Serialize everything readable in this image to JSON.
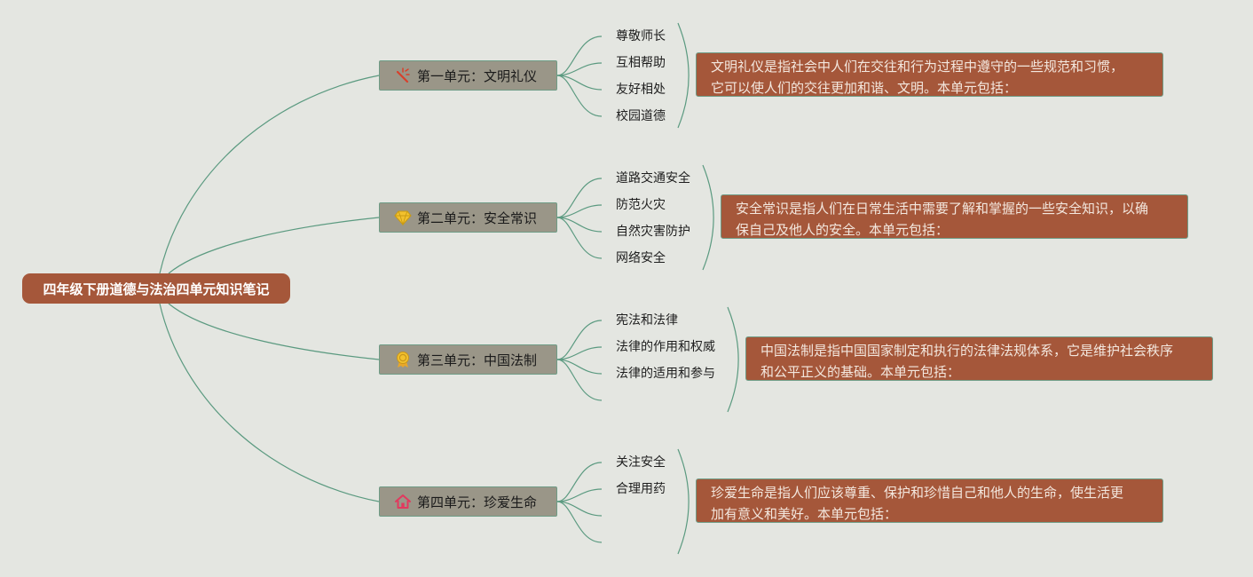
{
  "root": {
    "title": "四年级下册道德与法治四单元知识笔记"
  },
  "units": [
    {
      "title": "第一单元：文明礼仪",
      "icon": "magic-wand-icon",
      "subtopics": [
        "尊敬师长",
        "互相帮助",
        "友好相处",
        "校园道德"
      ],
      "description": "文明礼仪是指社会中人们在交往和行为过程中遵守的一些规范和习惯，\n它可以使人们的交往更加和谐、文明。本单元包括："
    },
    {
      "title": "第二单元：安全常识",
      "icon": "diamond-icon",
      "subtopics": [
        "道路交通安全",
        "防范火灾",
        "自然灾害防护",
        "网络安全"
      ],
      "description": "安全常识是指人们在日常生活中需要了解和掌握的一些安全知识，以确\n保自己及他人的安全。本单元包括："
    },
    {
      "title": "第三单元：中国法制",
      "icon": "award-medal-icon",
      "subtopics": [
        "宪法和法律",
        "法律的作用和权威",
        "法律的适用和参与"
      ],
      "description": "中国法制是指中国国家制定和执行的法律法规体系，它是维护社会秩序\n和公平正义的基础。本单元包括："
    },
    {
      "title": "第四单元：珍爱生命",
      "icon": "home-icon",
      "subtopics": [
        "关注安全",
        "合理用药"
      ],
      "description": "珍爱生命是指人们应该尊重、保护和珍惜自己和他人的生命，使生活更\n加有意义和美好。本单元包括："
    }
  ],
  "colors": {
    "background": "#e4e6e1",
    "root_fill": "#a5573a",
    "unit_fill": "#9a9688",
    "description_fill": "#a5573a",
    "connector": "#5b9a80"
  }
}
